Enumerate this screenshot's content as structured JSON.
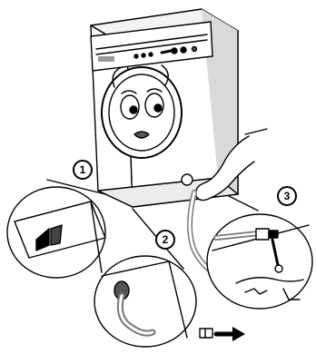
{
  "steps": [
    {
      "number": "1"
    },
    {
      "number": "2"
    },
    {
      "number": "3"
    }
  ],
  "colors": {
    "ink": "#000000",
    "paper": "#ffffff",
    "shade": "#9a9a9a"
  },
  "icons": {
    "arrow": "right-arrow-icon",
    "wrench": "wrench-icon"
  }
}
